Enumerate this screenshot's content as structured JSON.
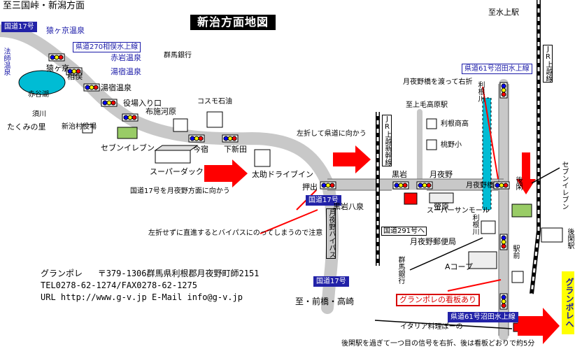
{
  "map": {
    "title": "新治方面地図",
    "directions": {
      "top_left": "至三国峠・新潟方面",
      "top_right": "至水上駅",
      "bottom": "至・前橋・高崎"
    },
    "routes": {
      "r17_top": "国道17号",
      "r270": "県道270相俣水上線",
      "houshi": "法師温泉",
      "r17_mid": "国道17号",
      "r17_bottom": "国道17号",
      "r61_top": "県道61号沼田水上線",
      "r61_bottom": "県道61号沼田水上線",
      "r291": "国道291号へ",
      "jr_joetsu_shinkansen": "JR上越新幹線",
      "jr_joetsu": "JR上越線",
      "tonegawa1": "利根川",
      "tonegawa2": "利根川",
      "tsukiyono_bypass": "月夜野バイパス"
    },
    "onsen": [
      "猿ヶ京温泉",
      "赤岩温泉",
      "湯宿温泉",
      "湯宿温泉"
    ],
    "places": {
      "sarugakyo": "猿ヶ京",
      "aimata": "相俣",
      "akayako": "赤谷湖",
      "sukawa": "須川",
      "takumi": "たくみの里",
      "niiharu_office": "新治村役場",
      "yujuku_onsen": "湯宿温泉",
      "gunma_bank_top": "群馬銀行",
      "cosmo": "コスモ石油",
      "fusegawara": "布施河原",
      "yakuba_iriguchi": "役場入り口",
      "seven1": "セブンイレブン",
      "imashuku": "今宿",
      "shimoshinden": "下新田",
      "super_duck": "スーパーダック",
      "tasuke": "太助ドライブイン",
      "oshide": "押出",
      "kuroiwa": "黒岩",
      "kuroiwa_hassen": "黒岩八泉",
      "tsukiyono": "月夜野",
      "tsukiyono_bridge": "月夜野橋",
      "gokan": "後閑",
      "tone_shoko": "利根商高",
      "momono_elem": "桃野小",
      "joumou_kogen": "至上毛高原駅",
      "hotaru": "螢原",
      "super_sun": "スーパーサンモール",
      "tsukiyono_post": "月夜野郵便局",
      "gunma_bank_bottom": "群馬銀行",
      "a_coop": "Aコープ",
      "gokan_ekimae": "駅前",
      "seven2": "セブンイレブン",
      "gokan_station": "後閑駅",
      "italian": "イタリア料理ぽーの"
    },
    "notes": {
      "turn_left": "左折して県道に向かう",
      "cross_bridge": "月夜野橋を渡って右折",
      "r17_to_tsukiyono": "国道17号を月夜野方面に向かう",
      "no_bypass": "左折せずに直進するとバイパスにのってしまうので注意",
      "granpole_sign": "グランポレの看板あり",
      "after_station": "後閑駅を過ぎて一つ目の信号を右折、後は看板どおりで約5分",
      "granpole_arrow": "グランポレへ"
    },
    "contact": {
      "name": "グランポレ",
      "address": "〒379-1306群馬県利根郡月夜野町師2151",
      "phone": "TEL0278-62-1274/FAX0278-62-1275",
      "web": "URL http://www.g-v.jp E-Mail info@g-v.jp"
    },
    "colors": {
      "road": "#c8c8c8",
      "route_tag": "#1a1aa8",
      "arrow": "#ff0000",
      "sign": "#ffff00",
      "river": "#00bcd4"
    }
  }
}
